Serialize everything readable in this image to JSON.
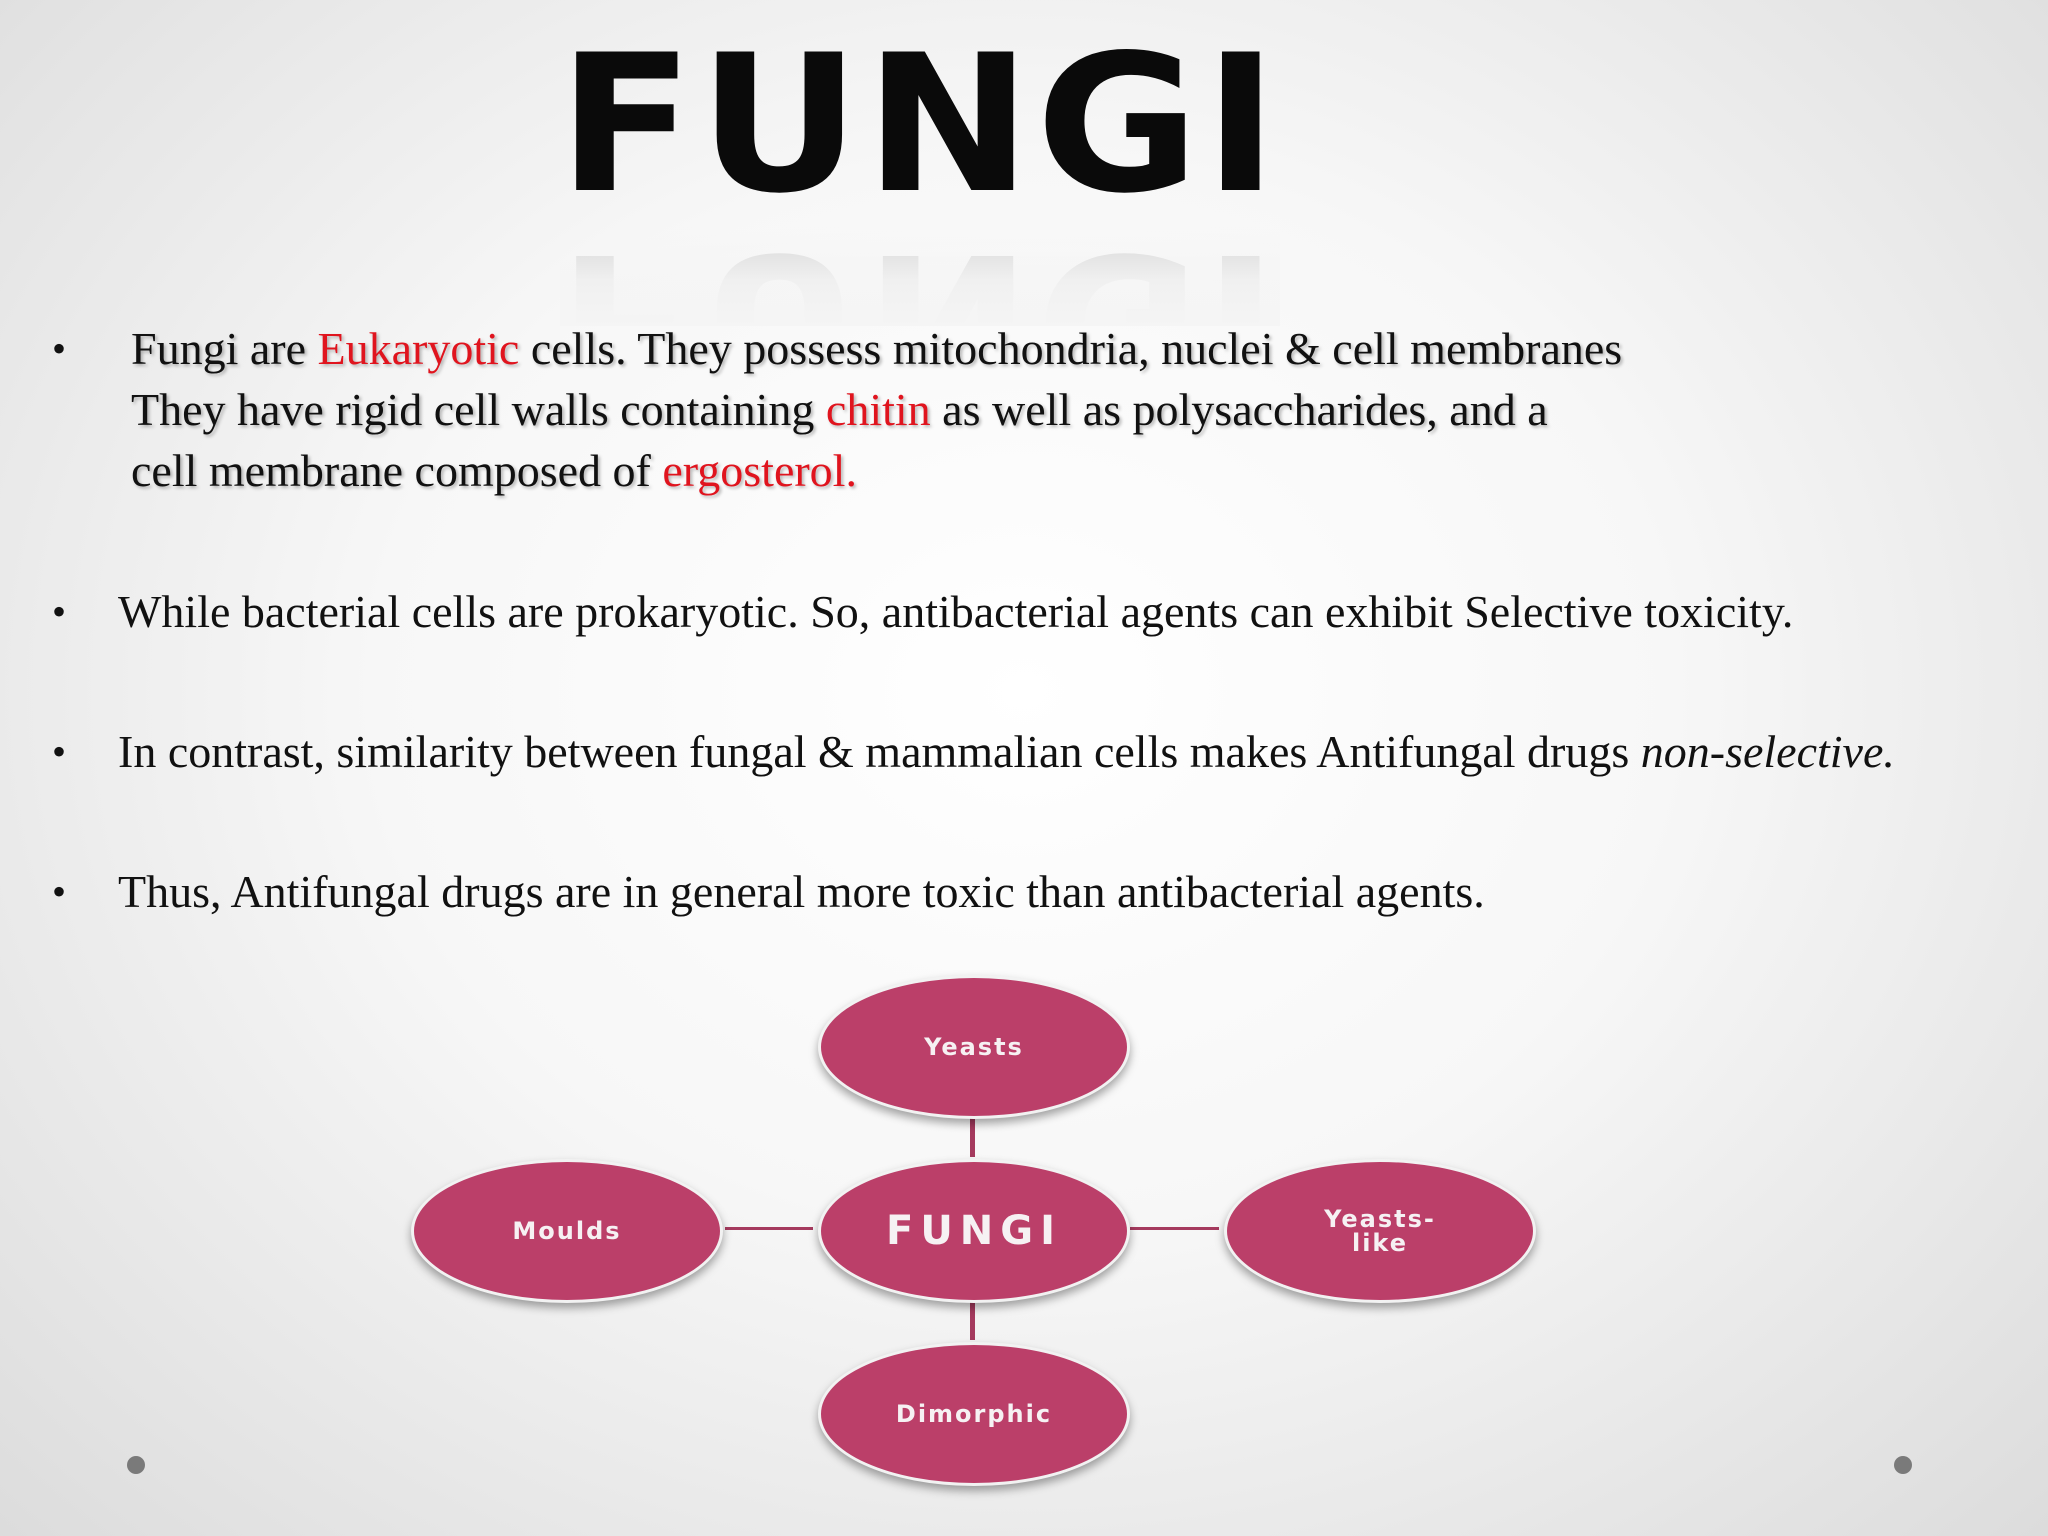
{
  "title": "FUNGI",
  "bullets": [
    {
      "lines": [
        {
          "parts": [
            "Fungi are ",
            "Eukaryotic",
            " cells. They possess  mitochondria, nuclei & cell membranes"
          ]
        },
        {
          "parts": [
            "They have rigid cell walls containing ",
            "chitin",
            " as  well as polysaccharides, and a"
          ]
        },
        {
          "parts": [
            "cell membrane  composed of ",
            "ergosterol."
          ]
        }
      ]
    },
    {
      "text": "While bacterial cells are prokaryotic. So, antibacterial agents can exhibit Selective toxicity."
    },
    {
      "text_start": "In contrast, similarity between fungal &  mammalian cells makes Antifungal drugs ",
      "text_italic": "non-selective."
    },
    {
      "text": "Thus, Antifungal drugs are in general more  toxic than antibacterial agents."
    }
  ],
  "bullet_symbol": "•",
  "diagram": {
    "center": "FUNGI",
    "top": "Yeasts",
    "left": "Moulds",
    "right_line1": "Yeasts-",
    "right_line2": "like",
    "bottom": "Dimorphic",
    "node_color": "#bb3f69"
  },
  "colors": {
    "highlight": "#e0141e"
  }
}
